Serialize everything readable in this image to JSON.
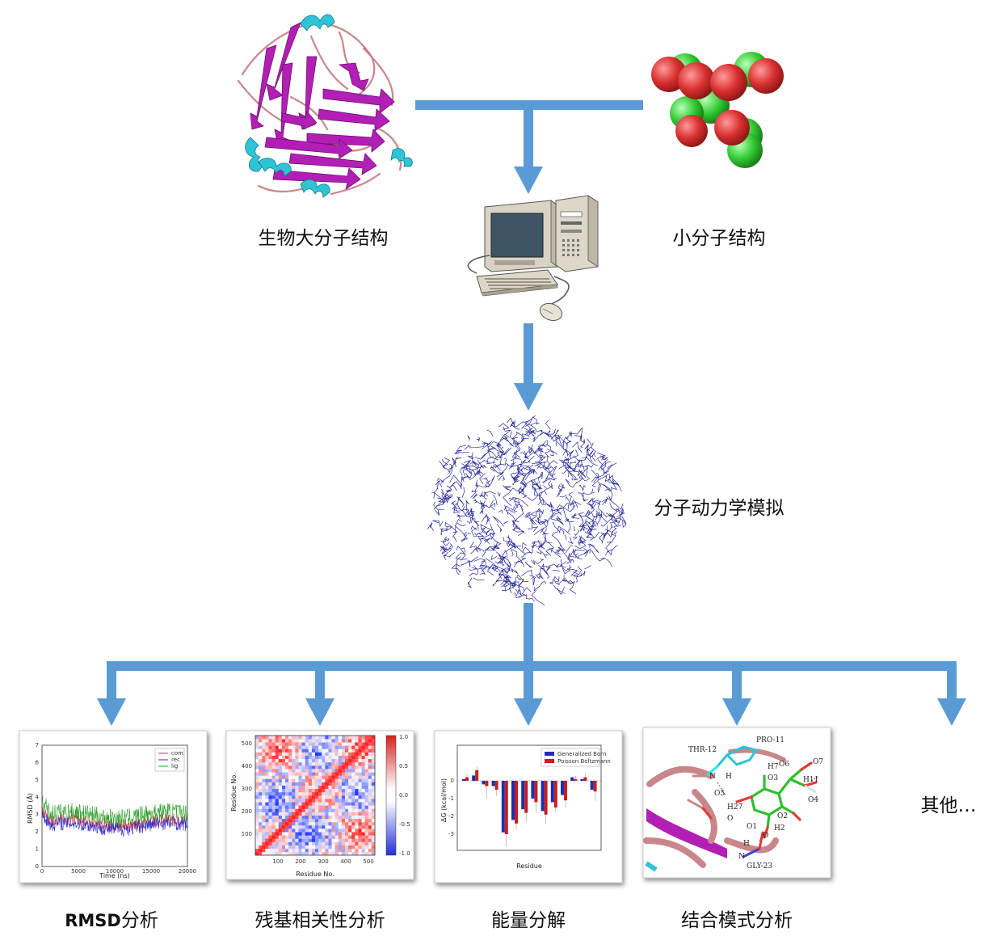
{
  "labels": {
    "macromolecule": "生物大分子结构",
    "small_molecule": "小分子结构",
    "md_simulation": "分子动力学模拟",
    "others": "其他…",
    "rmsd_en": "RMSD",
    "rmsd_cn": "分析",
    "residue_corr": "残基相关性分析",
    "energy_decomp": "能量分解",
    "binding_mode": "结合模式分析"
  },
  "colors": {
    "arrow": "#5b9bd5",
    "helix": "#2ec4d6",
    "sheet": "#b21fb5",
    "loop": "#c9868b",
    "atom_red": "#e23b3b",
    "atom_green": "#3ed43e",
    "md_wire": "#27279a"
  },
  "rmsd_panel": {
    "ylabel": "RMSD (Å)",
    "xlabel": "Time (ns)",
    "x_ticks": [
      "0",
      "5000",
      "10000",
      "15000",
      "20000"
    ],
    "y_ticks": [
      "0",
      "1",
      "2",
      "3",
      "4",
      "5",
      "6",
      "7"
    ],
    "legend": [
      "com",
      "rec",
      "lig"
    ]
  },
  "corr_panel": {
    "ylabel": "Residue No.",
    "xlabel": "Residue No.",
    "x_ticks": [
      "100",
      "200",
      "300",
      "400",
      "500"
    ],
    "y_ticks": [
      "100",
      "200",
      "300",
      "400",
      "500"
    ],
    "colorbar_ticks": [
      "1.0",
      "0.5",
      "0.0",
      "-0.5",
      "-1.0"
    ]
  },
  "energy_panel": {
    "ylabel": "ΔG (kcal/mol)",
    "xlabel": "Residue",
    "legend": [
      "Generalized Born",
      "Poisson Boltzmann"
    ],
    "y_ticks": [
      "0",
      "-1",
      "-2",
      "-3"
    ]
  },
  "binding_panel": {
    "atom_labels": [
      "THR-12",
      "PRO-11",
      "H7",
      "O6",
      "O7",
      "O3",
      "H11",
      "N",
      "H",
      "O4",
      "O5",
      "H27",
      "O",
      "O2",
      "O1",
      "H2",
      "H",
      "O",
      "N",
      "GLY-23"
    ]
  }
}
